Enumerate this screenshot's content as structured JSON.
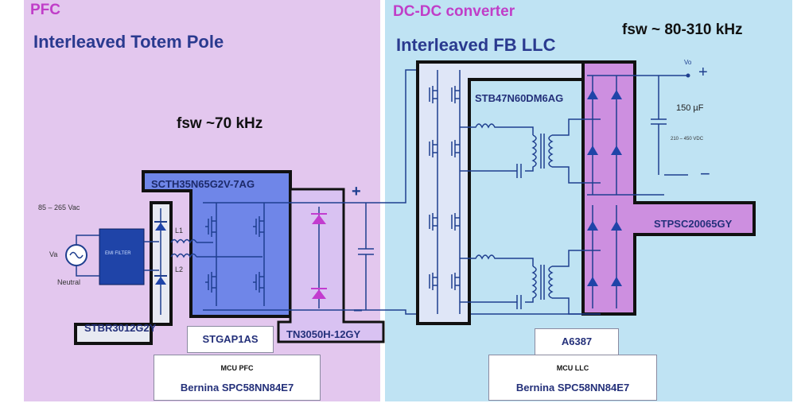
{
  "pfc": {
    "section": "PFC",
    "topology": "Interleaved Totem Pole",
    "fsw": "fsw ~70 kHz",
    "input_range": "85 – 265 Vac",
    "source_label": "Va",
    "neutral_label": "Neutral",
    "filter_label": "EMI FILTER",
    "inductor1": "L1",
    "inductor2": "L2",
    "mosfet_part": "SCTH35N65G2V-7AG",
    "rectifier_part": "STBR3012G2Y",
    "thyristor_part": "TN3050H-12GY",
    "driver_part": "STGAP1AS",
    "mcu_title": "MCU PFC",
    "mcu_part": "Bernina SPC58NN84E7",
    "plus": "+",
    "minus": "−"
  },
  "dcdc": {
    "section": "DC-DC converter",
    "topology": "Interleaved FB LLC",
    "fsw": "fsw ~ 80-310 kHz",
    "mosfet_part": "STB47N60DM6AG",
    "diode_part": "STPSC20065GY",
    "cap_value": "150 µF",
    "voltage_range": "210 – 450 VDC",
    "vo_label": "Vo",
    "plus": "+",
    "minus": "−",
    "controller_part": "A6387",
    "mcu_title": "MCU LLC",
    "mcu_part": "Bernina SPC58NN84E7"
  },
  "colors": {
    "pfc_bg": "#e3c7ee",
    "dcdc_bg": "#bfe3f3",
    "mosfet_block": "#6f86e8",
    "diode_block": "#cd8fe0",
    "rectifier_block": "#e8eaf2",
    "filter_block": "#1f44a8",
    "wire": "#1f3f8f"
  }
}
